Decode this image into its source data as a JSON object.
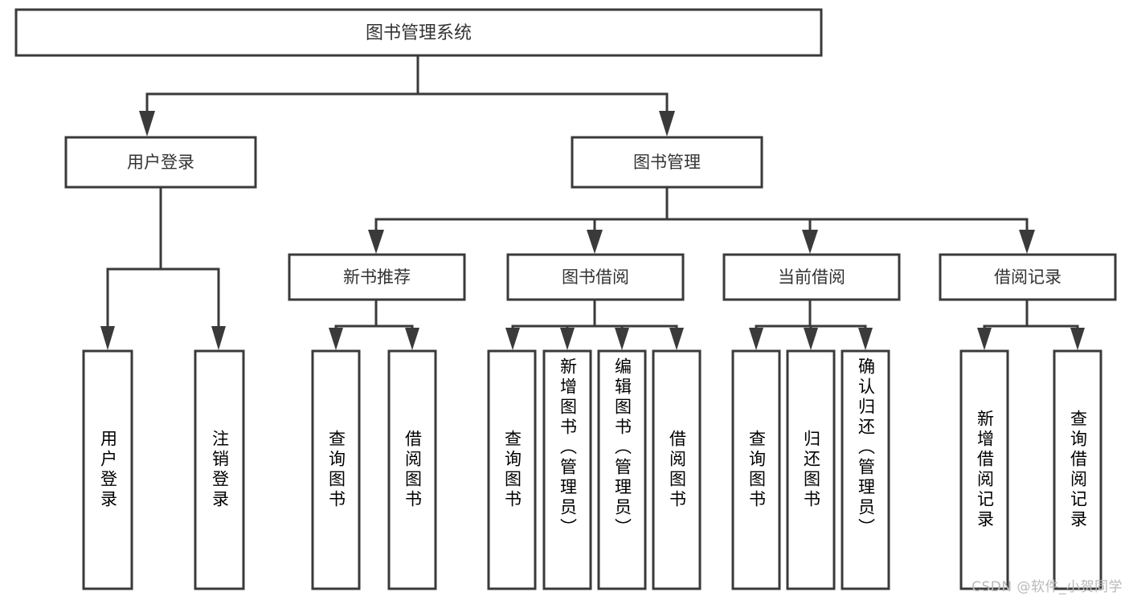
{
  "diagram": {
    "title": "图书管理系统",
    "type": "tree-hierarchy",
    "root": {
      "id": "root",
      "label": "图书管理系统",
      "orientation": "horizontal"
    },
    "level1": [
      {
        "id": "user-login",
        "label": "用户登录",
        "orientation": "horizontal"
      },
      {
        "id": "book-manage",
        "label": "图书管理",
        "orientation": "horizontal"
      }
    ],
    "level2": [
      {
        "id": "new-book-recommend",
        "label": "新书推荐",
        "parent": "book-manage",
        "orientation": "horizontal"
      },
      {
        "id": "book-borrow",
        "label": "图书借阅",
        "parent": "book-manage",
        "orientation": "horizontal"
      },
      {
        "id": "current-borrow",
        "label": "当前借阅",
        "parent": "book-manage",
        "orientation": "horizontal"
      },
      {
        "id": "borrow-record",
        "label": "借阅记录",
        "parent": "book-manage",
        "orientation": "horizontal"
      }
    ],
    "leaves": [
      {
        "id": "leaf-user-login",
        "label": "用户登录",
        "parent": "user-login",
        "orientation": "vertical"
      },
      {
        "id": "leaf-logout",
        "label": "注销登录",
        "parent": "user-login",
        "orientation": "vertical"
      },
      {
        "id": "leaf-query-book-1",
        "label": "查询图书",
        "parent": "new-book-recommend",
        "orientation": "vertical"
      },
      {
        "id": "leaf-borrow-book-1",
        "label": "借阅图书",
        "parent": "new-book-recommend",
        "orientation": "vertical"
      },
      {
        "id": "leaf-query-book-2",
        "label": "查询图书",
        "parent": "book-borrow",
        "orientation": "vertical"
      },
      {
        "id": "leaf-add-book",
        "label": "新增图书（管理员）",
        "parent": "book-borrow",
        "orientation": "vertical"
      },
      {
        "id": "leaf-edit-book",
        "label": "编辑图书（管理员）",
        "parent": "book-borrow",
        "orientation": "vertical"
      },
      {
        "id": "leaf-borrow-book-2",
        "label": "借阅图书",
        "parent": "book-borrow",
        "orientation": "vertical"
      },
      {
        "id": "leaf-query-book-3",
        "label": "查询图书",
        "parent": "current-borrow",
        "orientation": "vertical"
      },
      {
        "id": "leaf-return-book",
        "label": "归还图书",
        "parent": "current-borrow",
        "orientation": "vertical"
      },
      {
        "id": "leaf-confirm-return",
        "label": "确认归还（管理员）",
        "parent": "current-borrow",
        "orientation": "vertical"
      },
      {
        "id": "leaf-add-record",
        "label": "新增借阅记录",
        "parent": "borrow-record",
        "orientation": "vertical"
      },
      {
        "id": "leaf-query-record",
        "label": "查询借阅记录",
        "parent": "borrow-record",
        "orientation": "vertical"
      }
    ],
    "colors": {
      "stroke": "#3a3a3a",
      "fill": "#ffffff",
      "text": "#333333",
      "background": "#ffffff",
      "watermark": "#b9b9b9"
    }
  },
  "watermark": {
    "text": "CSDN @软件_小贺同学"
  }
}
